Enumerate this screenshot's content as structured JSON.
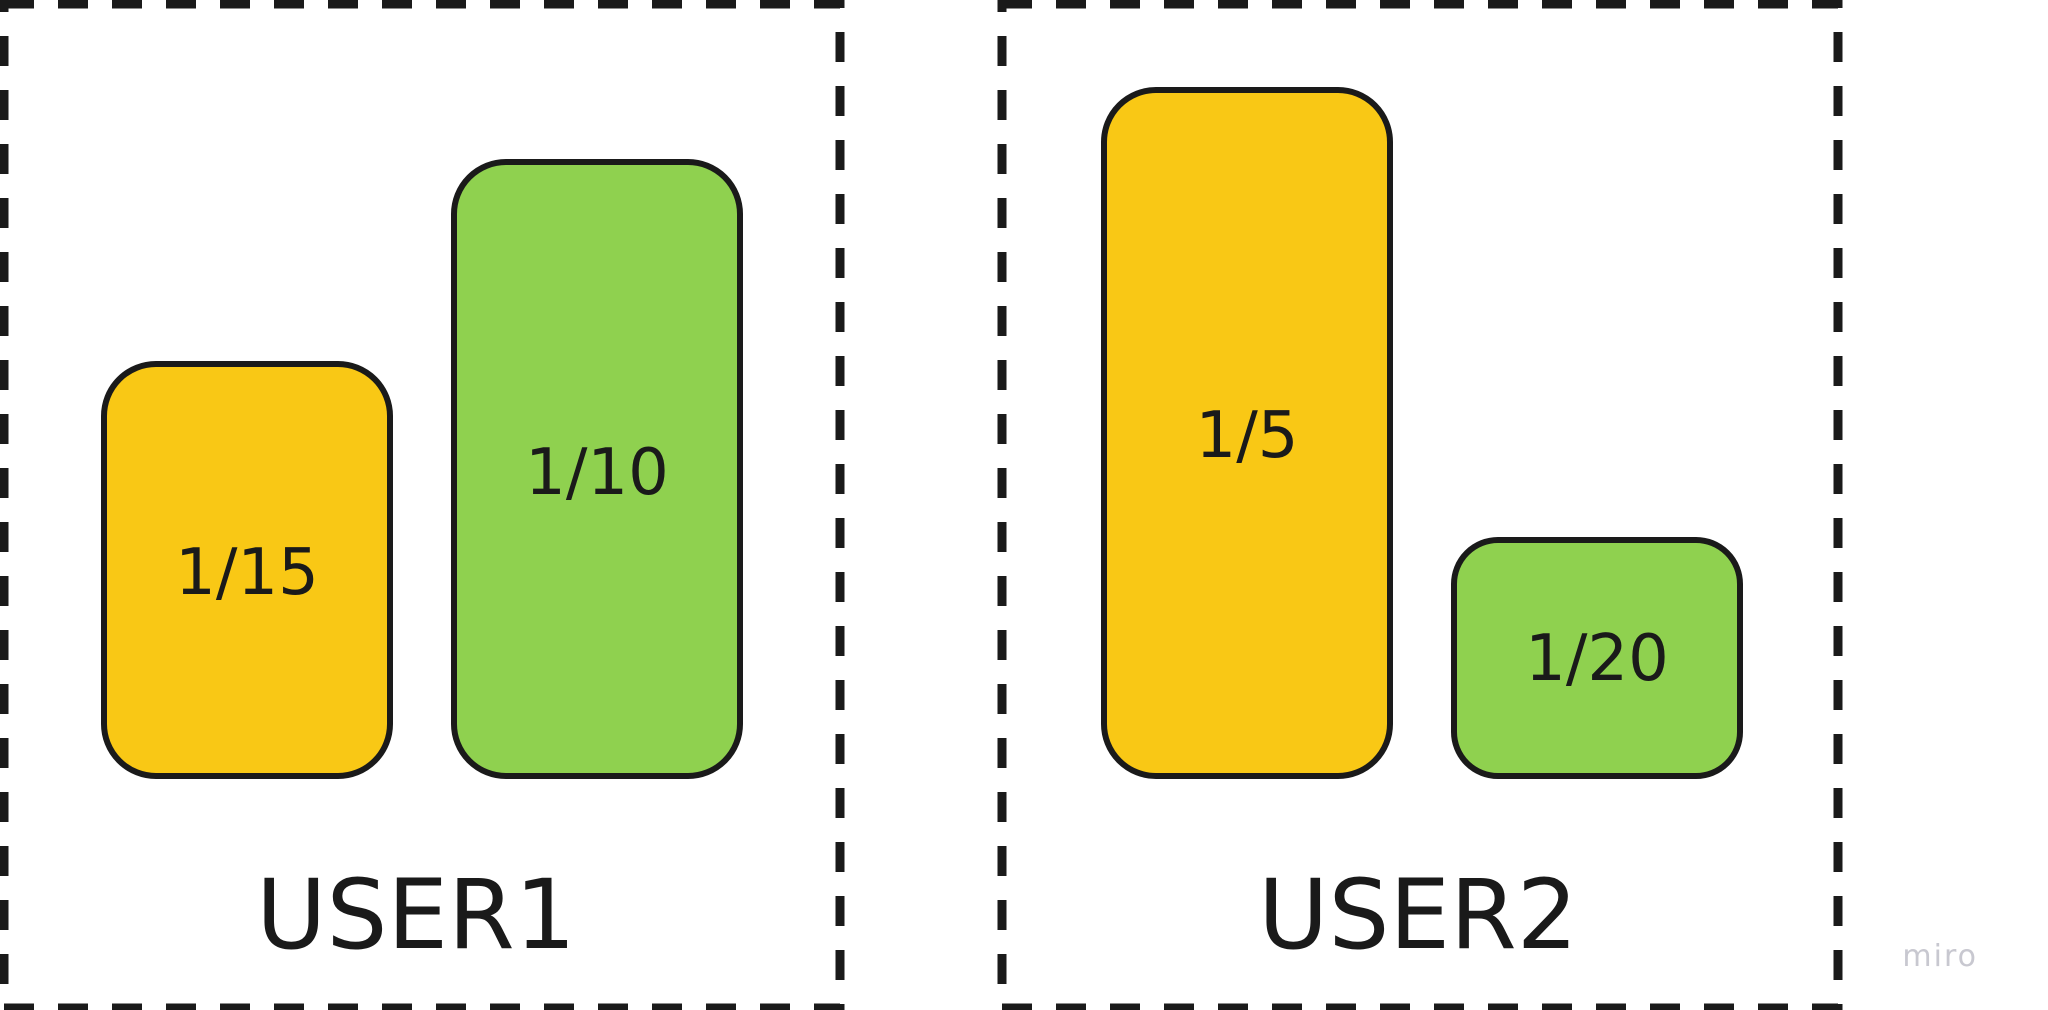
{
  "diagram": {
    "groups": [
      {
        "label": "USER1",
        "blocks": [
          {
            "label": "1/15",
            "color": "#F9C815"
          },
          {
            "label": "1/10",
            "color": "#8FD14F"
          }
        ]
      },
      {
        "label": "USER2",
        "blocks": [
          {
            "label": "1/5",
            "color": "#F9C815"
          },
          {
            "label": "1/20",
            "color": "#8FD14F"
          }
        ]
      }
    ],
    "stroke_color": "#1a1a1a",
    "watermark": "miro"
  }
}
